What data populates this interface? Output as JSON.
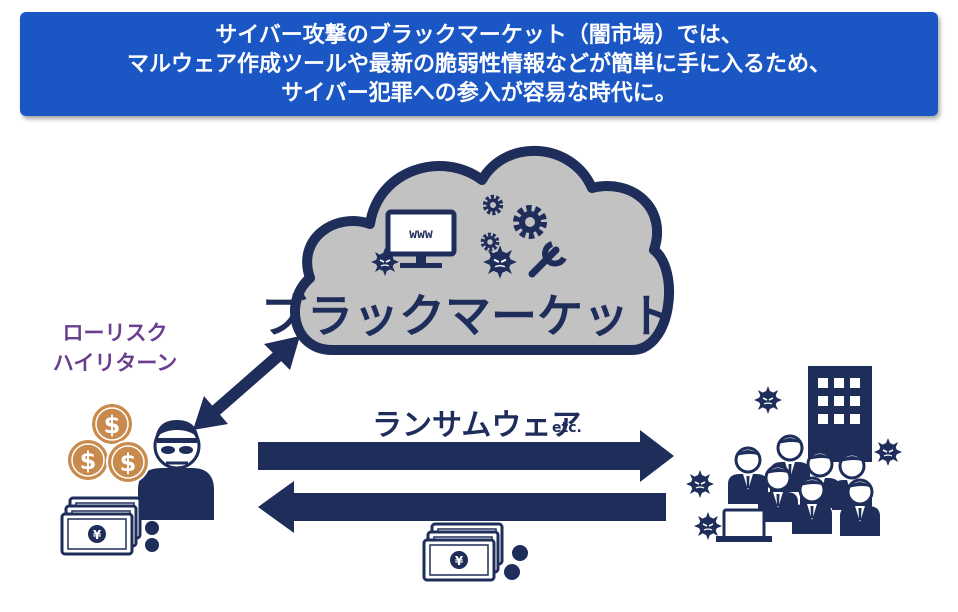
{
  "banner": {
    "line1": "サイバー攻撃のブラックマーケット（闇市場）では、",
    "line2": "マルウェア作成ツールや最新の脆弱性情報などが簡単に手に入るため、",
    "line3": "サイバー犯罪への参入が容易な時代に。"
  },
  "cloud": {
    "label": "ブラックマーケット",
    "monitor_text": "www"
  },
  "left_label": {
    "line1": "ローリスク",
    "line2": "ハイリターン"
  },
  "arrow_top": {
    "label": "ランサムウェア",
    "suffix": "etc."
  },
  "icons": {
    "dollar_symbol": "$",
    "yen_symbol": "¥",
    "attacker": "hacker-icon",
    "victims": "company-people-icon",
    "building": "building-icon",
    "virus": "virus-icon",
    "gear": "gear-icon",
    "wrench": "wrench-icon",
    "monitor": "monitor-icon",
    "money": "money-stack-icon"
  },
  "colors": {
    "banner_bg": "#1a56c4",
    "navy": "#1e2d5a",
    "cloud_fill": "#c2c2c2",
    "coin": "#c98a4e",
    "label_purple": "#6a3f8f"
  }
}
